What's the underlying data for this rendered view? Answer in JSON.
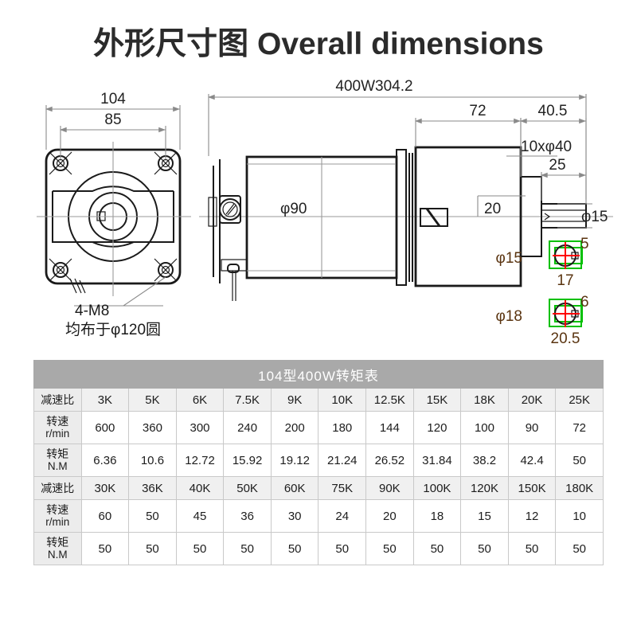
{
  "title": "外形尺寸图 Overall dimensions",
  "drawing": {
    "front_view": {
      "dim_outer_width": "104",
      "dim_bolt_span": "85",
      "note_thread": "4-M8",
      "note_circle": "均布于φ120圆"
    },
    "side_view": {
      "dim_total_length": "400W304.2",
      "dim_gearbox_length": "72",
      "dim_flange": "40.5",
      "dim_flange_dia": "10xφ40",
      "dim_shaft_length": "25",
      "dim_body_dia": "φ90",
      "dim_boss": "20",
      "dim_shaft_dia": "φ15"
    },
    "shaft_details": [
      {
        "dia": "φ15",
        "key_height": "5",
        "key_across": "17"
      },
      {
        "dia": "φ18",
        "key_height": "6",
        "key_across": "20.5"
      }
    ],
    "colors": {
      "line": "#1a1a1a",
      "dim_line": "#8a8a8a",
      "detail_green": "#00c000",
      "detail_red": "#ff0000",
      "detail_text": "#5a3410"
    }
  },
  "table": {
    "title": "104型400W转矩表",
    "labels": {
      "ratio": "减速比",
      "speed_l1": "转速",
      "speed_l2": "r/min",
      "torque_l1": "转矩",
      "torque_l2": "N.M"
    },
    "block1": {
      "ratios": [
        "3K",
        "5K",
        "6K",
        "7.5K",
        "9K",
        "10K",
        "12.5K",
        "15K",
        "18K",
        "20K",
        "25K"
      ],
      "speeds": [
        "600",
        "360",
        "300",
        "240",
        "200",
        "180",
        "144",
        "120",
        "100",
        "90",
        "72"
      ],
      "torques": [
        "6.36",
        "10.6",
        "12.72",
        "15.92",
        "19.12",
        "21.24",
        "26.52",
        "31.84",
        "38.2",
        "42.4",
        "50"
      ]
    },
    "block2": {
      "ratios": [
        "30K",
        "36K",
        "40K",
        "50K",
        "60K",
        "75K",
        "90K",
        "100K",
        "120K",
        "150K",
        "180K"
      ],
      "speeds": [
        "60",
        "50",
        "45",
        "36",
        "30",
        "24",
        "20",
        "18",
        "15",
        "12",
        "10"
      ],
      "torques": [
        "50",
        "50",
        "50",
        "50",
        "50",
        "50",
        "50",
        "50",
        "50",
        "50",
        "50"
      ]
    }
  }
}
